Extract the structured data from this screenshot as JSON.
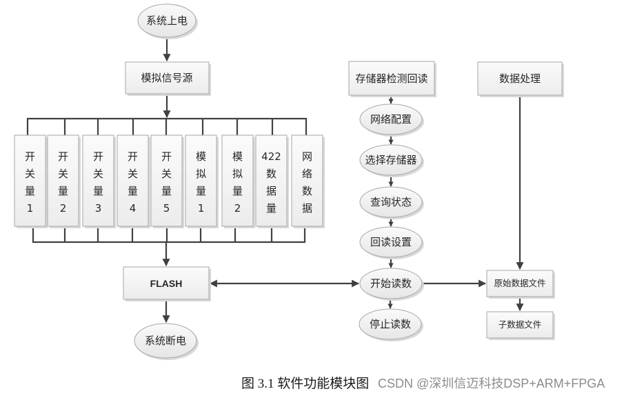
{
  "diagram": {
    "start": "系统上电",
    "signal_source": "模拟信号源",
    "channels": [
      {
        "lines": [
          "开",
          "关",
          "量",
          "1"
        ]
      },
      {
        "lines": [
          "开",
          "关",
          "量",
          "2"
        ]
      },
      {
        "lines": [
          "开",
          "关",
          "量",
          "3"
        ]
      },
      {
        "lines": [
          "开",
          "关",
          "量",
          "4"
        ]
      },
      {
        "lines": [
          "开",
          "关",
          "量",
          "5"
        ]
      },
      {
        "lines": [
          "模",
          "拟",
          "量",
          "1"
        ]
      },
      {
        "lines": [
          "模",
          "拟",
          "量",
          "2"
        ]
      },
      {
        "lines": [
          "422",
          "数",
          "据",
          "量"
        ]
      },
      {
        "lines": [
          "网",
          "络",
          "数",
          "据"
        ]
      }
    ],
    "flash": "FLASH",
    "end": "系统断电",
    "readback": {
      "title": "存储器检测回读",
      "steps": [
        "网络配置",
        "选择存储器",
        "查询状态",
        "回读设置",
        "开始读数",
        "停止读数"
      ]
    },
    "processing": {
      "title": "数据处理",
      "raw_file": "原始数据文件",
      "sub_file": "子数据文件"
    }
  },
  "caption": "图 3.1  软件功能模块图",
  "watermark": "CSDN @深圳信迈科技DSP+ARM+FPGA"
}
